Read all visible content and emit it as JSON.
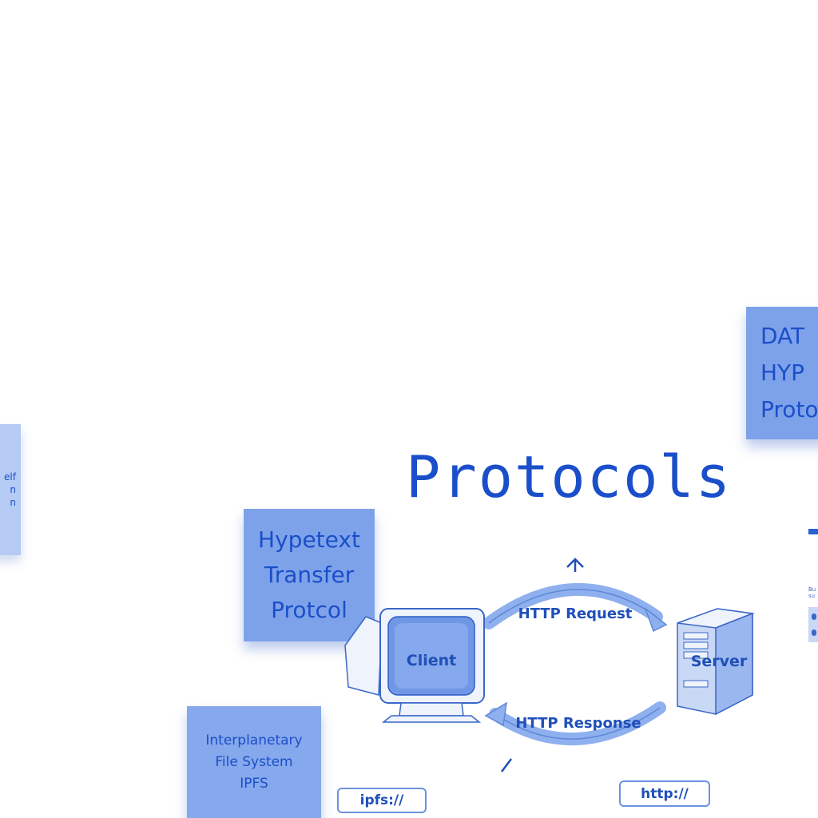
{
  "title": "Protocols",
  "notes": {
    "http": [
      "Hypetext",
      "Transfer",
      "Protcol"
    ],
    "ipfs": [
      "Interplanetary",
      "File System",
      "IPFS"
    ],
    "dat": [
      "DAT",
      "HYP",
      "Proto"
    ],
    "left_fragment": [
      "elf",
      "n",
      "n"
    ]
  },
  "diagram": {
    "client_label": "Client",
    "server_label": "Server",
    "request_label": "HTTP Request",
    "response_label": "HTTP Response"
  },
  "pills": {
    "ipfs": "ipfs://",
    "http": "http://"
  },
  "fragments": {
    "tiny_text": [
      "Bu",
      "su"
    ]
  },
  "colors": {
    "accent": "#1a4fc9",
    "note": "#7ea2ea",
    "diagram_fill": "#8fb0ee"
  }
}
